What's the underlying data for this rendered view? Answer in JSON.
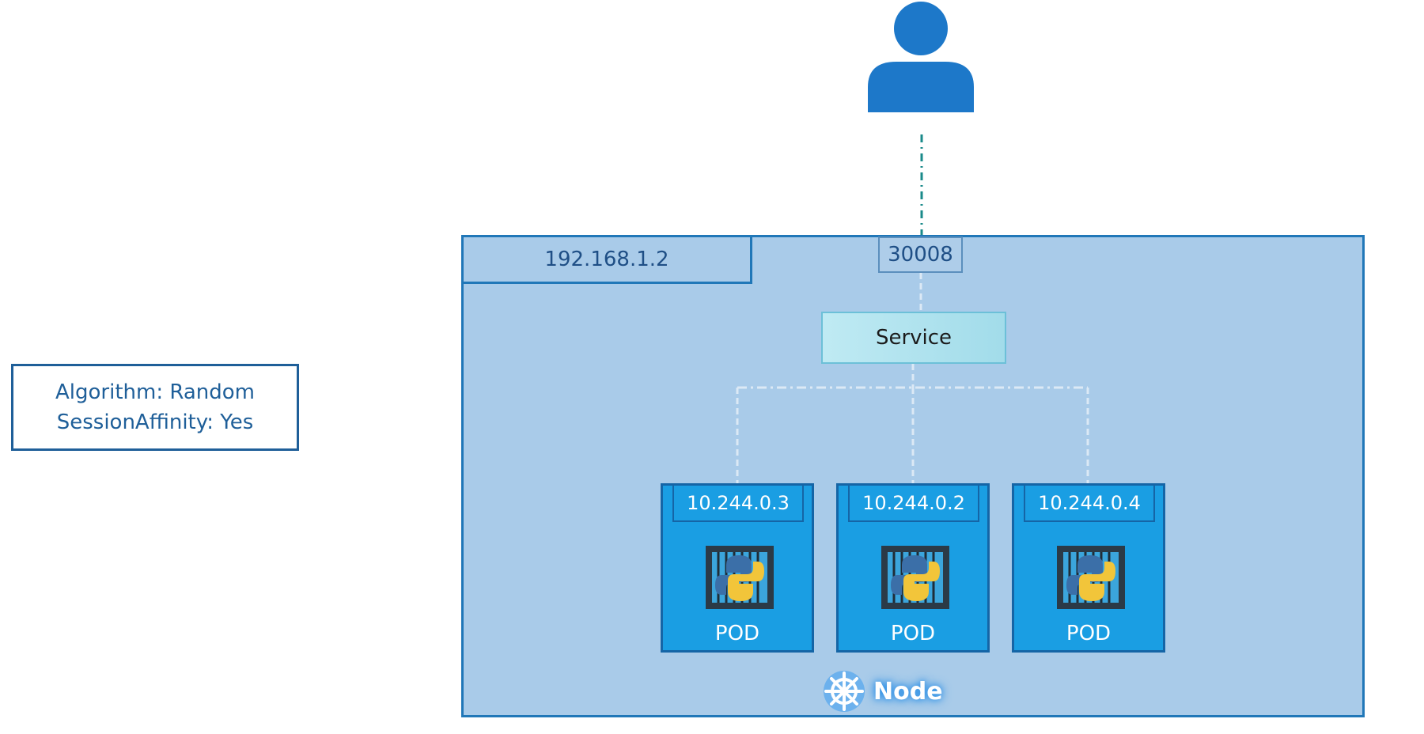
{
  "info_box": {
    "algorithm_line": "Algorithm: Random",
    "affinity_line": "SessionAffinity: Yes"
  },
  "node": {
    "ip": "192.168.1.2",
    "port": "30008",
    "label": "Node"
  },
  "service": {
    "label": "Service"
  },
  "pods": [
    {
      "ip": "10.244.0.3",
      "label": "POD"
    },
    {
      "ip": "10.244.0.2",
      "label": "POD"
    },
    {
      "ip": "10.244.0.4",
      "label": "POD"
    }
  ],
  "colors": {
    "node_fill": "#a9cbe9",
    "node_border": "#2077b8",
    "pod_fill": "#1a9ee3",
    "service_fill": "#bfeaf3",
    "user_icon": "#1d78c9"
  },
  "icons": {
    "user": "user-icon",
    "pod": "python-container-icon",
    "node": "kubernetes-helm-icon"
  }
}
